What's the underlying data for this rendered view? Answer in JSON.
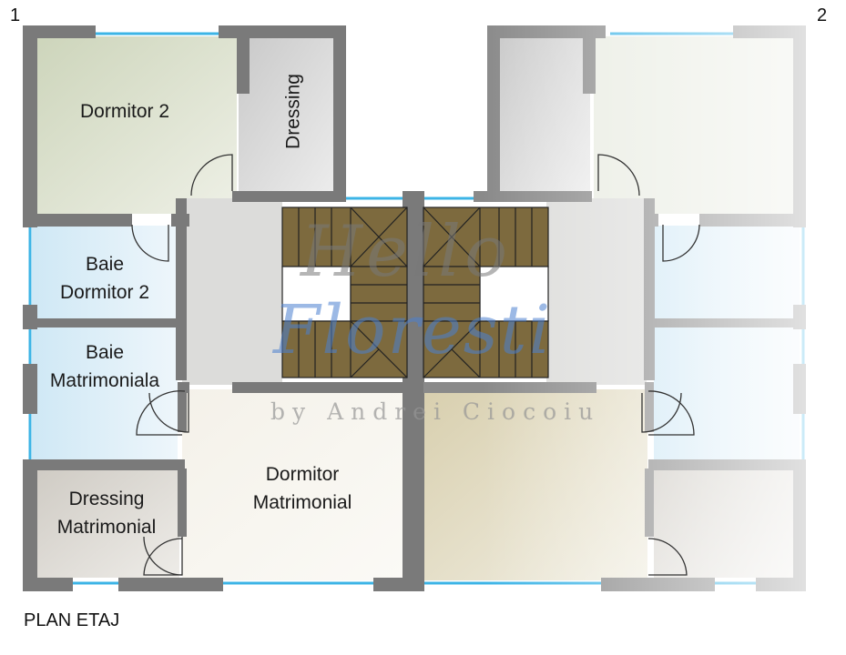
{
  "unit_numbers": {
    "left": "1",
    "right": "2"
  },
  "caption": "PLAN ETAJ",
  "rooms": {
    "dormitor_2": "Dormitor 2",
    "dressing": "Dressing",
    "baie_dormitor_2_line1": "Baie",
    "baie_dormitor_2_line2": "Dormitor 2",
    "baie_matrimoniala_line1": "Baie",
    "baie_matrimoniala_line2": "Matrimoniala",
    "dressing_matrimonial_line1": "Dressing",
    "dressing_matrimonial_line2": "Matrimonial",
    "dormitor_matrimonial_line1": "Dormitor",
    "dormitor_matrimonial_line2": "Matrimonial"
  },
  "watermark": {
    "line1": "Hello",
    "line2": "Floresti",
    "line3": "by Andrei Ciocoiu"
  },
  "colors": {
    "wall": "#7a7a7a",
    "glass": "#3cb4e6",
    "stairs": "#7d6a3e",
    "watermark_blue": "#4a7fd0",
    "watermark_grey": "#8a8a8a"
  }
}
